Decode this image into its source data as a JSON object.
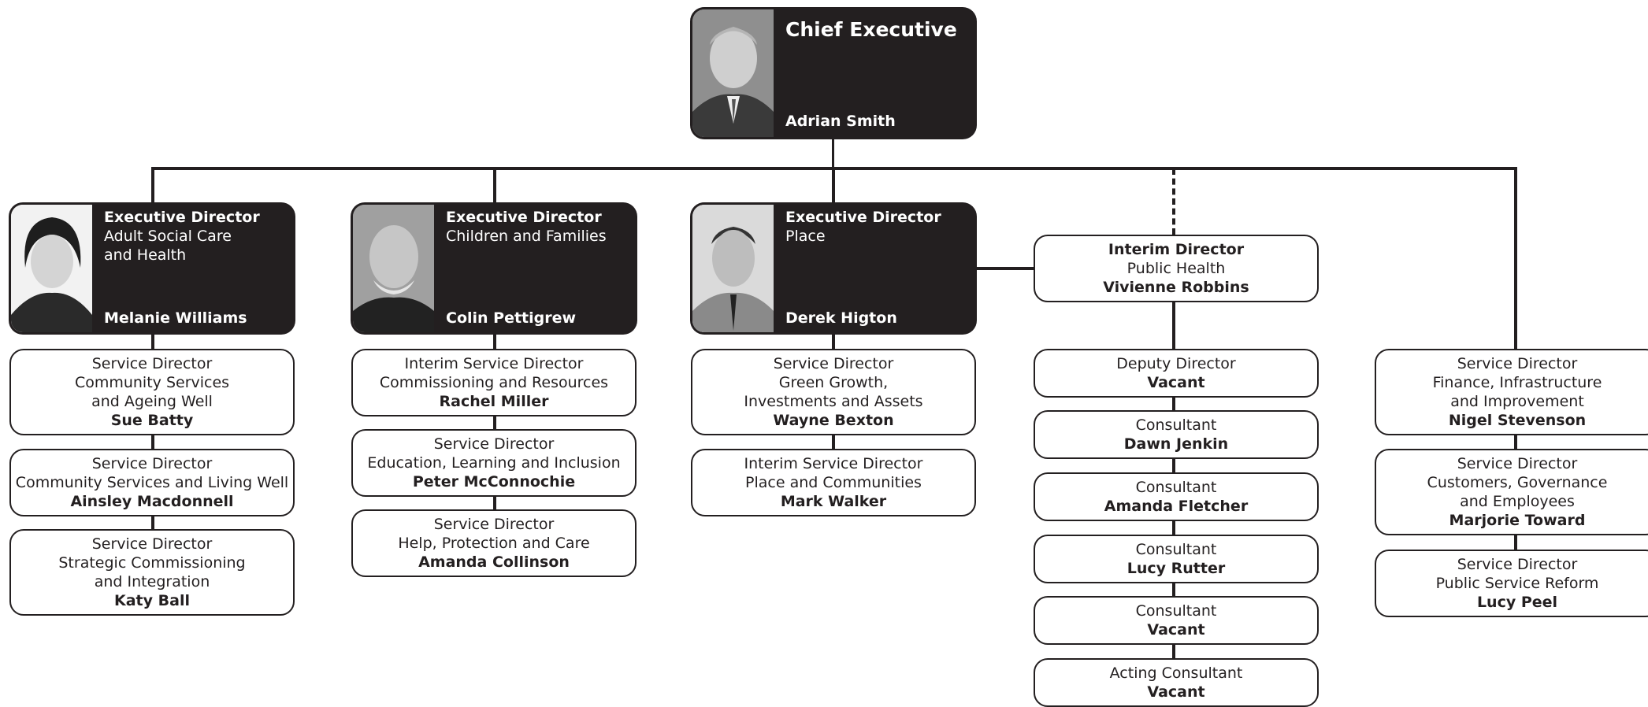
{
  "chief": {
    "title": "Chief Executive",
    "name": "Adrian Smith"
  },
  "executives": [
    {
      "title": "Executive Director",
      "dept": "Adult Social Care\nand Health",
      "name": "Melanie Williams"
    },
    {
      "title": "Executive Director",
      "dept": "Children and Families",
      "name": "Colin Pettigrew"
    },
    {
      "title": "Executive Director",
      "dept": "Place",
      "name": "Derek Higton"
    }
  ],
  "public_health": {
    "title": "Interim Director",
    "dept": "Public Health",
    "name": "Vivienne Robbins"
  },
  "col1": [
    {
      "role": "Service Director\nCommunity Services\nand Ageing Well",
      "name": "Sue Batty"
    },
    {
      "role": "Service Director\nCommunity Services and Living Well",
      "name": "Ainsley Macdonnell"
    },
    {
      "role": "Service Director\nStrategic Commissioning\nand Integration",
      "name": "Katy Ball"
    }
  ],
  "col2": [
    {
      "role": "Interim Service Director\nCommissioning and Resources",
      "name": "Rachel Miller"
    },
    {
      "role": "Service Director\nEducation, Learning and Inclusion",
      "name": "Peter McConnochie"
    },
    {
      "role": "Service Director\nHelp, Protection and Care",
      "name": "Amanda Collinson"
    }
  ],
  "col3": [
    {
      "role": "Service Director\nGreen Growth,\nInvestments and Assets",
      "name": "Wayne Bexton"
    },
    {
      "role": "Interim Service Director\nPlace and Communities",
      "name": "Mark Walker"
    }
  ],
  "col4": [
    {
      "role": "Deputy Director",
      "name": "Vacant"
    },
    {
      "role": "Consultant",
      "name": "Dawn Jenkin"
    },
    {
      "role": "Consultant",
      "name": "Amanda Fletcher"
    },
    {
      "role": "Consultant",
      "name": "Lucy Rutter"
    },
    {
      "role": "Consultant",
      "name": "Vacant"
    },
    {
      "role": "Acting Consultant",
      "name": "Vacant"
    }
  ],
  "col5": [
    {
      "role": "Service Director\nFinance, Infrastructure\nand Improvement",
      "name": "Nigel Stevenson"
    },
    {
      "role": "Service Director\nCustomers, Governance\nand Employees",
      "name": "Marjorie Toward"
    },
    {
      "role": "Service Director\nPublic Service Reform",
      "name": "Lucy Peel"
    }
  ]
}
